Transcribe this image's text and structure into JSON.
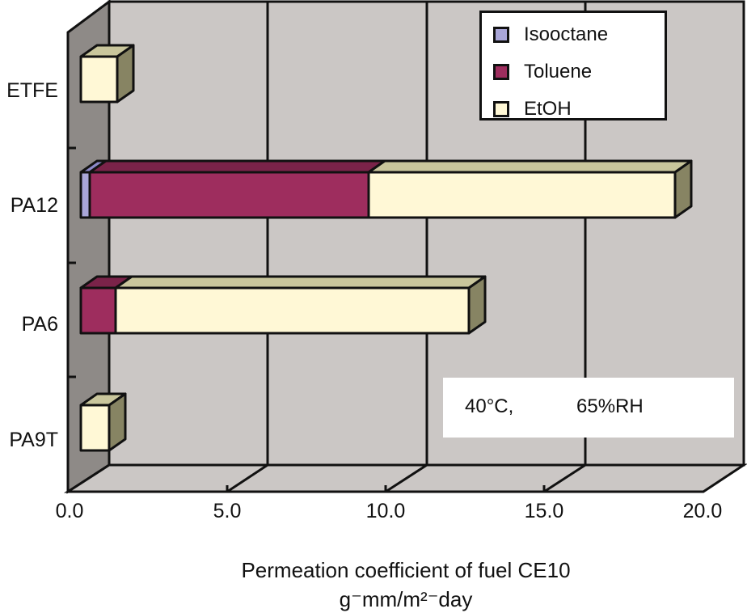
{
  "chart_data": {
    "type": "bar",
    "orientation": "horizontal",
    "stacked": true,
    "style": "3d",
    "title": "",
    "categories": [
      "ETFE",
      "PA12",
      "PA6",
      "PA9T"
    ],
    "series": [
      {
        "name": "Isooctane",
        "color": "#a9a6d8",
        "values": [
          0,
          0.3,
          0,
          0
        ]
      },
      {
        "name": "Toluene",
        "color": "#9e2d5e",
        "values": [
          0,
          8.8,
          1.1,
          0
        ]
      },
      {
        "name": "EtOH",
        "color": "#fff8d6",
        "values": [
          1.15,
          9.6,
          11.1,
          0.9
        ]
      }
    ],
    "totals": [
      1.15,
      18.7,
      12.2,
      0.9
    ],
    "xlabel": "Permeation coefficient of fuel CE10",
    "xlabel_units": "g⁻mm/m²⁻day",
    "ylabel": "",
    "xlim": [
      0,
      20
    ],
    "xticks": [
      "0.0",
      "5.0",
      "10.0",
      "15.0",
      "20.0"
    ],
    "grid": true,
    "legend_position": "upper right",
    "annotation": "40°C,   65%RH"
  },
  "legend": {
    "items": [
      {
        "label": "Isooctane",
        "color": "#a9a6d8"
      },
      {
        "label": "Toluene",
        "color": "#9e2d5e"
      },
      {
        "label": "EtOH",
        "color": "#fff8d6"
      }
    ]
  },
  "axis": {
    "categories": [
      "ETFE",
      "PA12",
      "PA6",
      "PA9T"
    ],
    "ticks": [
      "0.0",
      "5.0",
      "10.0",
      "15.0",
      "20.0"
    ],
    "xlabel_line1": "Permeation coefficient of fuel CE10",
    "xlabel_line2": "g⁻mm/m²⁻day"
  },
  "annotation": {
    "temperature": "40°C,",
    "humidity": "65%RH"
  }
}
